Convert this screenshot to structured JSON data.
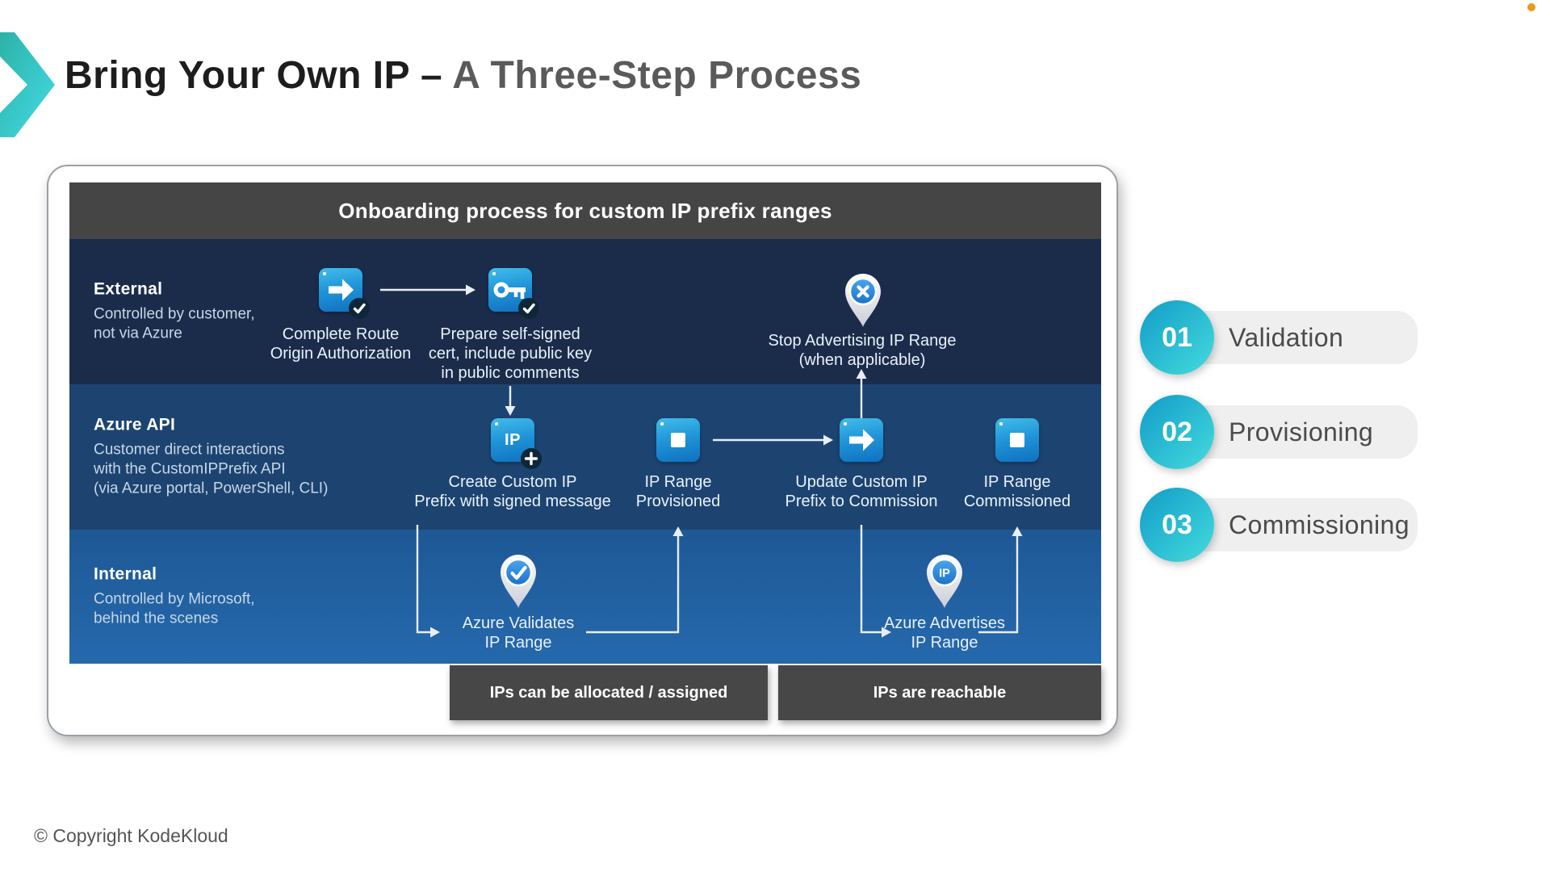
{
  "slide": {
    "title": {
      "primary": "Bring Your Own IP – ",
      "secondary": "A Three-Step Process"
    },
    "copyright": "© Copyright KodeKloud"
  },
  "diagram": {
    "header_title": "Onboarding process for custom IP prefix ranges",
    "lanes": [
      {
        "title": "External",
        "description": [
          "Controlled by customer,",
          "not via Azure"
        ]
      },
      {
        "title": "Azure API",
        "description": [
          "Customer direct interactions",
          "with the CustomIPPrefix API",
          "(via Azure portal, PowerShell, CLI)"
        ]
      },
      {
        "title": "Internal",
        "description": [
          "Controlled by Microsoft,",
          "behind the scenes"
        ]
      }
    ],
    "nodes": {
      "complete_route": [
        "Complete Route",
        "Origin Authorization"
      ],
      "prepare_cert": [
        "Prepare self-signed",
        "cert, include public key",
        "in public comments"
      ],
      "stop_advertising": [
        "Stop Advertising IP Range",
        "(when applicable)"
      ],
      "create_prefix": [
        "Create Custom IP",
        "Prefix with signed message"
      ],
      "ip_range_provisioned": [
        "IP Range",
        "Provisioned"
      ],
      "update_prefix": [
        "Update Custom IP",
        "Prefix to Commission"
      ],
      "ip_range_commissioned": [
        "IP Range",
        "Commissioned"
      ],
      "azure_validates": [
        "Azure Validates",
        "IP Range"
      ],
      "azure_advertises": [
        "Azure Advertises",
        "IP Range"
      ]
    },
    "icon_labels": {
      "ip_tile": "IP",
      "ip_pin": "IP"
    },
    "footer_boxes": [
      "IPs can be allocated / assigned",
      "IPs are reachable"
    ]
  },
  "steps": [
    {
      "number": "01",
      "label": "Validation"
    },
    {
      "number": "02",
      "label": "Provisioning"
    },
    {
      "number": "03",
      "label": "Commissioning"
    }
  ],
  "colors": {
    "accent_teal": "#2fc3cf",
    "lane_external": "#1b2c4b",
    "lane_azure_api": "#1d4470",
    "lane_internal": "#20619f",
    "header_gray": "#454545",
    "tile_blue_top": "#3bb9e9",
    "tile_blue_bottom": "#1173c3",
    "pin_blue": "#2b8de2",
    "badge_navy": "#0d2738",
    "step_circle_gradient": [
      "#149fc9",
      "#41d8dc"
    ],
    "orange_dot": "#e89b1f"
  }
}
